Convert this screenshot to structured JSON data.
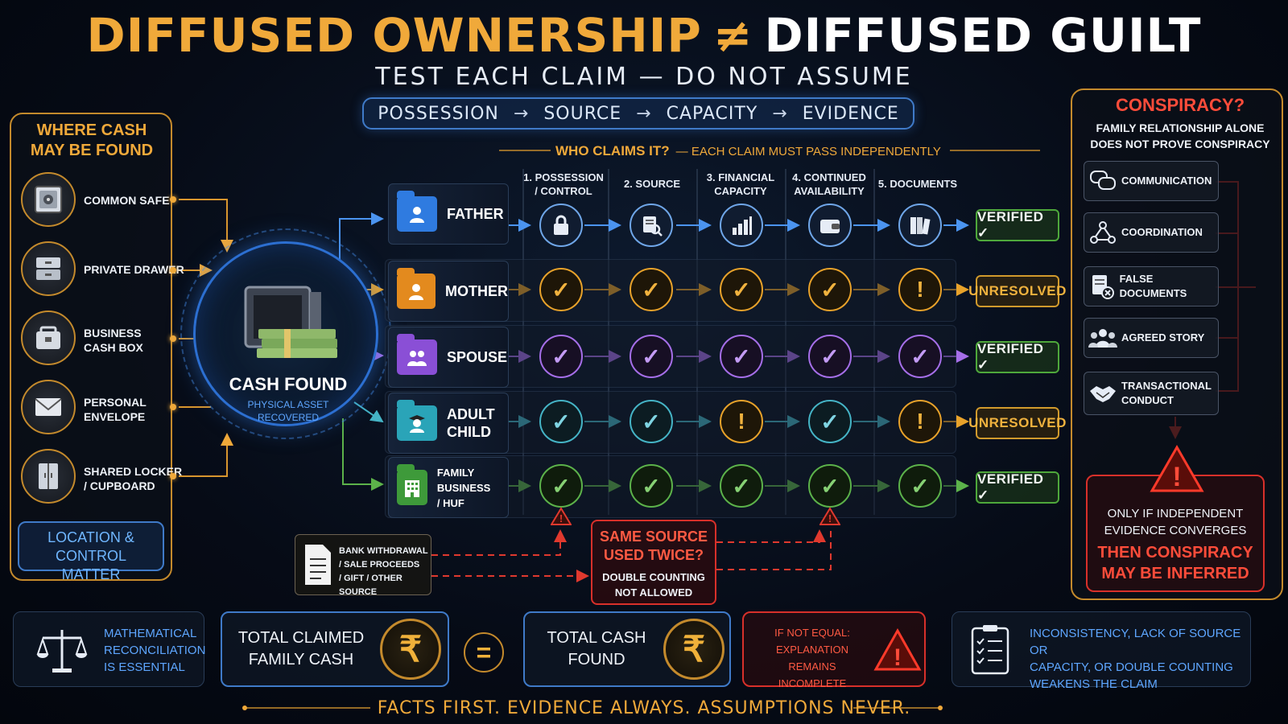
{
  "title": {
    "part1": "DIFFUSED OWNERSHIP",
    "neq": "≠",
    "part2": "DIFFUSED GUILT"
  },
  "subtitle": "TEST EACH CLAIM — DO NOT ASSUME",
  "flow": [
    "POSSESSION",
    "SOURCE",
    "CAPACITY",
    "EVIDENCE"
  ],
  "flow_arrow": "→",
  "locations": {
    "title_line1": "WHERE CASH",
    "title_line2": "MAY BE FOUND",
    "items": [
      {
        "line1": "COMMON SAFE",
        "line2": "",
        "icon": "safe-icon"
      },
      {
        "line1": "PRIVATE DRAWER",
        "line2": "",
        "icon": "drawer-icon"
      },
      {
        "line1": "BUSINESS",
        "line2": "CASH BOX",
        "icon": "cash-box-icon"
      },
      {
        "line1": "PERSONAL",
        "line2": "ENVELOPE",
        "icon": "envelope-icon"
      },
      {
        "line1": "SHARED LOCKER",
        "line2": "/ CUPBOARD",
        "icon": "locker-icon"
      }
    ],
    "footer_line1": "LOCATION & CONTROL",
    "footer_line2": "MATTER"
  },
  "hub": {
    "title": "CASH FOUND",
    "sub1": "PHYSICAL ASSET",
    "sub2": "RECOVERED"
  },
  "who": {
    "label": "WHO CLAIMS IT?",
    "sub": "— EACH CLAIM MUST PASS INDEPENDENTLY"
  },
  "columns": [
    {
      "line1": "1. POSSESSION",
      "line2": "/ CONTROL"
    },
    {
      "line1": "2. SOURCE",
      "line2": ""
    },
    {
      "line1": "3. FINANCIAL",
      "line2": "CAPACITY"
    },
    {
      "line1": "4. CONTINUED",
      "line2": "AVAILABILITY"
    },
    {
      "line1": "5. DOCUMENTS",
      "line2": ""
    }
  ],
  "claimants": [
    {
      "line1": "FATHER",
      "line2": "",
      "color": "#2f7be0",
      "result": "VERIFIED ✓",
      "status": "verified",
      "steps": [
        "lock-icon",
        "document-search-icon",
        "bar-chart-icon",
        "wallet-icon",
        "binders-icon"
      ]
    },
    {
      "line1": "MOTHER",
      "line2": "",
      "color": "#e38a1e",
      "result": "UNRESOLVED",
      "status": "unresolved",
      "steps": [
        "✓",
        "✓",
        "✓",
        "✓",
        "!"
      ]
    },
    {
      "line1": "SPOUSE",
      "line2": "",
      "color": "#8a4fd6",
      "result": "VERIFIED ✓",
      "status": "verified",
      "steps": [
        "✓",
        "✓",
        "✓",
        "✓",
        "✓"
      ]
    },
    {
      "line1": "ADULT",
      "line2": "CHILD",
      "color": "#2aa4b8",
      "result": "UNRESOLVED",
      "status": "unresolved",
      "steps": [
        "✓",
        "✓",
        "!",
        "✓",
        "!"
      ]
    },
    {
      "line1": "FAMILY BUSINESS",
      "line2": "/ HUF",
      "color": "#3e9a3a",
      "result": "VERIFIED ✓",
      "status": "verified",
      "steps": [
        "✓",
        "✓",
        "✓",
        "✓",
        "✓"
      ]
    }
  ],
  "source_doc": {
    "line1": "BANK WITHDRAWAL",
    "line2": "/ SALE PROCEEDS",
    "line3": "/ GIFT / OTHER SOURCE"
  },
  "double": {
    "t1": "SAME SOURCE",
    "t2": "USED TWICE?",
    "s1": "DOUBLE COUNTING",
    "s2": "NOT ALLOWED"
  },
  "conspiracy": {
    "title": "CONSPIRACY?",
    "sub1": "FAMILY RELATIONSHIP ALONE",
    "sub2": "DOES NOT PROVE CONSPIRACY",
    "factors": [
      {
        "line1": "COMMUNICATION",
        "line2": "",
        "icon": "chat-icon"
      },
      {
        "line1": "COORDINATION",
        "line2": "",
        "icon": "network-icon"
      },
      {
        "line1": "FALSE DOCUMENTS",
        "line2": "",
        "icon": "false-document-icon"
      },
      {
        "line1": "AGREED STORY",
        "line2": "",
        "icon": "group-icon"
      },
      {
        "line1": "TRANSACTIONAL",
        "line2": "CONDUCT",
        "icon": "handshake-icon"
      }
    ],
    "alert1": "ONLY IF INDEPENDENT",
    "alert2": "EVIDENCE CONVERGES",
    "alert3": "THEN CONSPIRACY",
    "alert4": "MAY BE INFERRED"
  },
  "bottom": {
    "recon1": "MATHEMATICAL",
    "recon2": "RECONCILIATION",
    "recon3": "IS ESSENTIAL",
    "claimed1": "TOTAL CLAIMED",
    "claimed2": "FAMILY CASH",
    "rupee": "₹",
    "equals": "=",
    "found1": "TOTAL CASH",
    "found2": "FOUND",
    "ne1": "IF NOT EQUAL:",
    "ne2": "EXPLANATION REMAINS",
    "ne3": "INCOMPLETE",
    "inc1": "INCONSISTENCY, LACK OF SOURCE OR",
    "inc2": "CAPACITY, OR DOUBLE COUNTING",
    "inc3": "WEAKENS THE CLAIM"
  },
  "footer": "FACTS FIRST.   EVIDENCE ALWAYS.   ASSUMPTIONS NEVER."
}
